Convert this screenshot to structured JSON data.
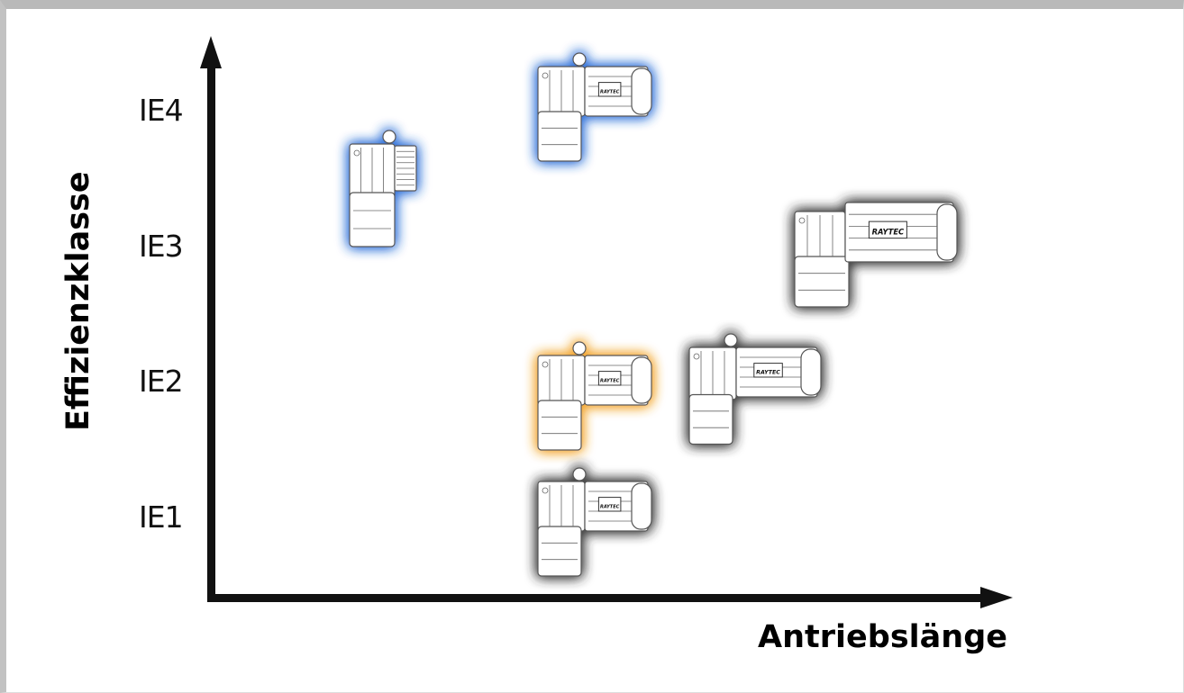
{
  "diagram": {
    "y_axis_title": "Effizienzklasse",
    "x_axis_title": "Antriebslänge",
    "y_ticks": [
      "IE4",
      "IE3",
      "IE2",
      "IE1"
    ],
    "glow_colors": {
      "blue": "#2f6fd8",
      "orange": "#f2a32a",
      "dark": "#3a3a3a"
    },
    "brand_label": "RAYTEC",
    "motors": [
      {
        "name": "compact-ie4-motor",
        "efficiency_class": "IE4",
        "glow": "blue"
      },
      {
        "name": "medium-ie4-motor",
        "efficiency_class": "IE4",
        "glow": "blue"
      },
      {
        "name": "large-ie3-motor",
        "efficiency_class": "IE3",
        "glow": "dark"
      },
      {
        "name": "medium-ie2-motor-highlighted",
        "efficiency_class": "IE2",
        "glow": "orange"
      },
      {
        "name": "medium-large-ie2-motor",
        "efficiency_class": "IE2",
        "glow": "dark"
      },
      {
        "name": "medium-ie1-motor",
        "efficiency_class": "IE1",
        "glow": "dark"
      }
    ]
  }
}
